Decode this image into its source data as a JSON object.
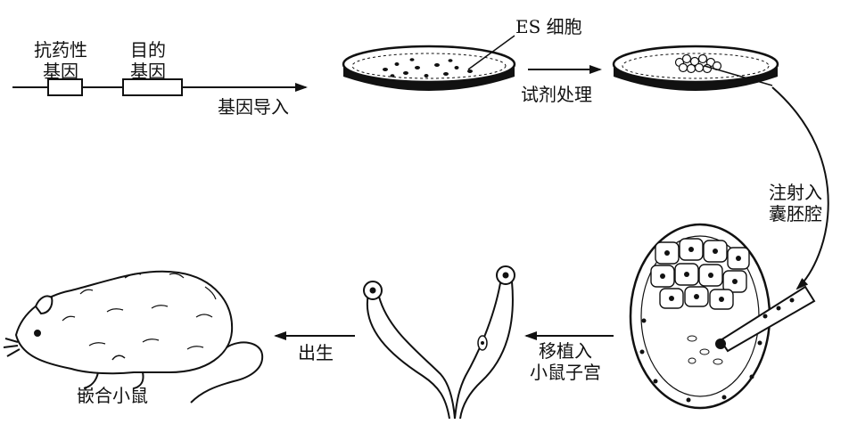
{
  "labels": {
    "resistance_gene_l1": "抗药性",
    "resistance_gene_l2": "基因",
    "target_gene_l1": "目的",
    "target_gene_l2": "基因",
    "gene_import": "基因导入",
    "es_cells": "ES 细胞",
    "reagent": "试剂处理",
    "inject_l1": "注射入",
    "inject_l2": "囊胚腔",
    "transplant_l1": "移植入",
    "transplant_l2": "小鼠子宫",
    "birth": "出生",
    "chimeric_mouse": "嵌合小鼠"
  },
  "colors": {
    "ink": "#111111",
    "background": "#ffffff"
  }
}
